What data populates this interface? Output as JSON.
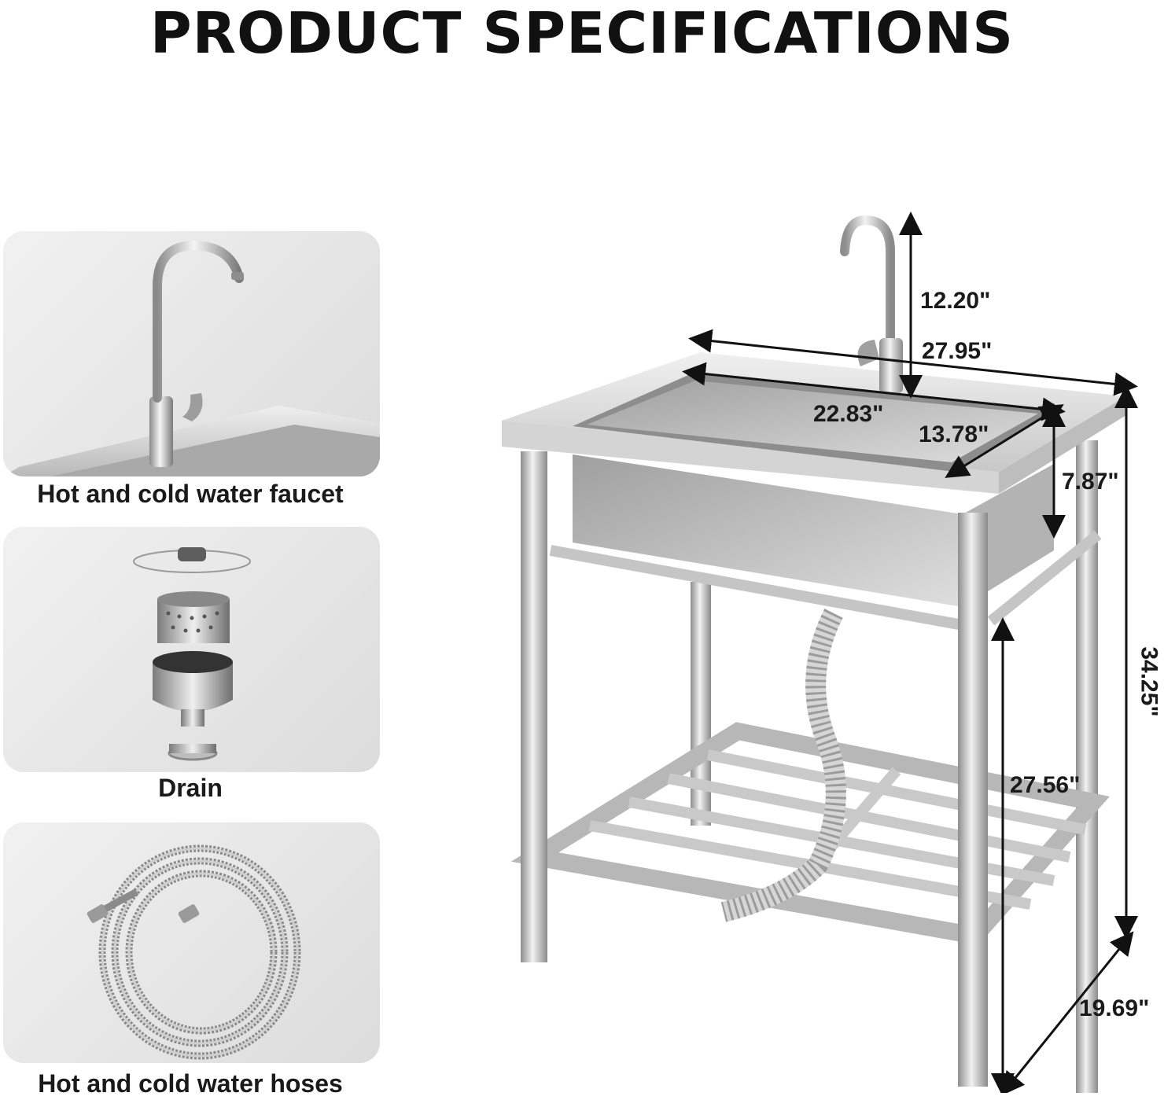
{
  "header": {
    "title": "PRODUCT SPECIFICATIONS"
  },
  "features": [
    {
      "label": "Hot and cold water faucet",
      "icon": "faucet-icon"
    },
    {
      "label": "Drain",
      "icon": "drain-icon"
    },
    {
      "label": "Hot and cold water hoses",
      "icon": "hose-icon"
    }
  ],
  "dimensions": {
    "faucet_height": "12.20\"",
    "overall_width": "27.95\"",
    "basin_width": "22.83\"",
    "basin_length": "13.78\"",
    "basin_depth": "7.87\"",
    "overall_height": "34.25\"",
    "leg_height": "27.56\"",
    "overall_depth": "19.69\""
  },
  "colors": {
    "steel": "#c4c4c4",
    "panel": "#e4e4e4",
    "text": "#111111"
  }
}
